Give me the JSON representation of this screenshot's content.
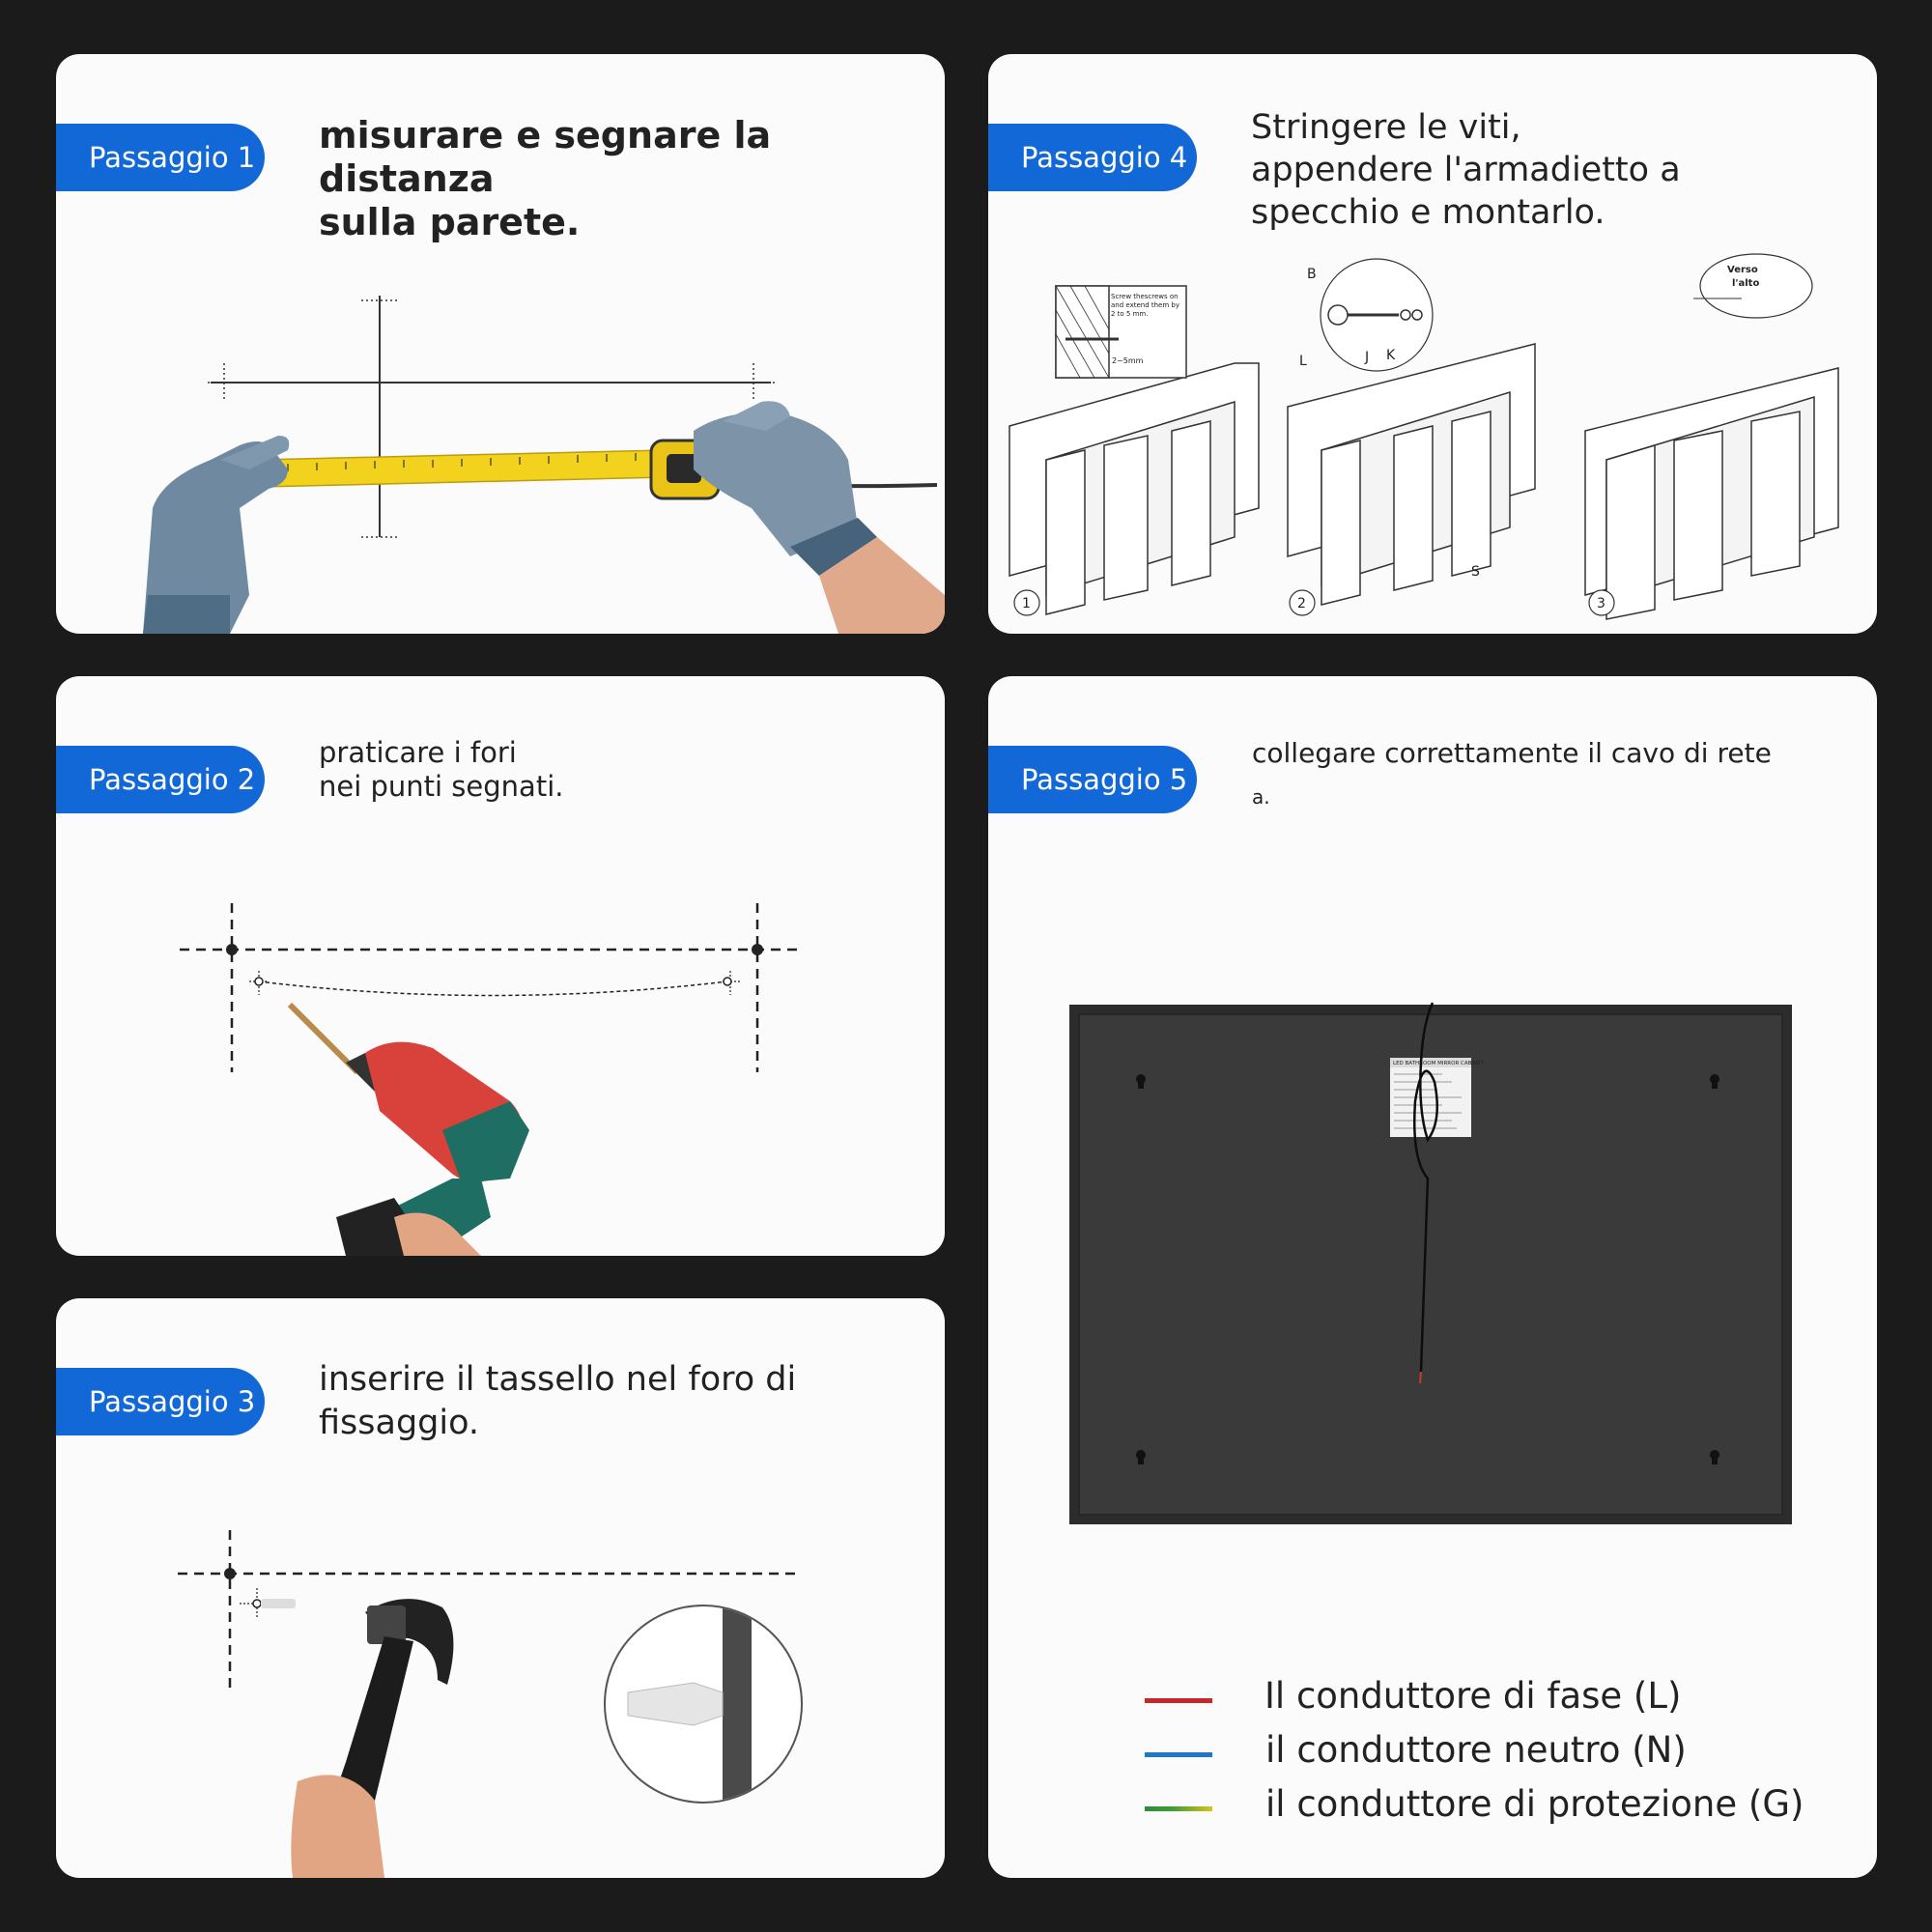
{
  "steps": {
    "step1": {
      "badge": "Passaggio 1",
      "title": [
        "misurare e segnare la distanza",
        "sulla parete."
      ]
    },
    "step2": {
      "badge": "Passaggio 2",
      "title": [
        "praticare i fori",
        "nei punti segnati."
      ]
    },
    "step3": {
      "badge": "Passaggio 3",
      "title": [
        "inserire il tassello nel foro di",
        "fissaggio."
      ]
    },
    "step4": {
      "badge": "Passaggio 4",
      "title": [
        "Stringere le viti,",
        "appendere l'armadietto a",
        "specchio e montarlo."
      ],
      "diagram": {
        "numbers": [
          "1",
          "2",
          "3"
        ],
        "letters": {
          "b": "B",
          "l": "L",
          "j": "J",
          "k": "K",
          "s": "S"
        },
        "note": [
          "Screw thescrews on",
          "and extend them by",
          "2 to 5 mm."
        ],
        "gap": "2~5mm",
        "verso": [
          "Verso",
          "l'alto"
        ]
      }
    },
    "step5": {
      "badge": "Passaggio 5",
      "title": [
        "collegare correttamente il cavo di rete",
        "a."
      ],
      "label_title": "LED BATHROOM MIRROR CABINET",
      "legend": [
        {
          "label": "Il conduttore di fase (L)",
          "color": "#c9262b"
        },
        {
          "label": "il conduttore neutro (N)",
          "color": "#1f78c6"
        },
        {
          "label": "il conduttore di protezione (G)",
          "color": "#3d9b3a"
        }
      ]
    }
  },
  "colors": {
    "badge": "#1168d6",
    "background": "#1b1b1b",
    "card": "#fbfbfb",
    "tape": "#f2d21c",
    "drill_body": "#d8423a",
    "drill_grip": "#1f6e63"
  }
}
